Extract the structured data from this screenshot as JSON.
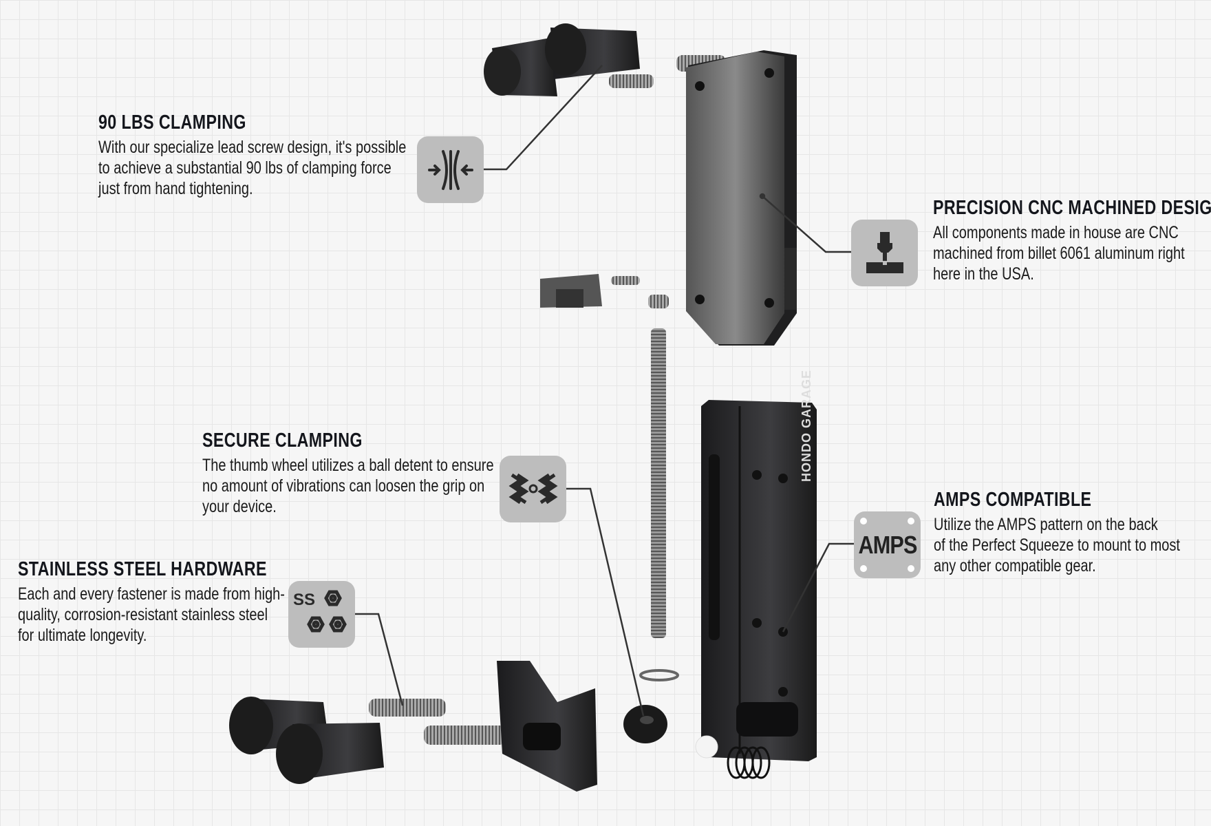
{
  "features": [
    {
      "id": "clamping-90",
      "title": "90 LBS CLAMPING",
      "lines": [
        "With our specialize lead screw design, it's possible",
        "to achieve a substantial 90 lbs of clamping force",
        "just from hand tightening."
      ],
      "icon": "compress-arrows-icon"
    },
    {
      "id": "cnc",
      "title": "PRECISION CNC MACHINED DESIGN",
      "lines": [
        "All components made in house are CNC",
        "machined from billet 6061 aluminum right",
        "here in the USA."
      ],
      "icon": "cnc-mill-icon"
    },
    {
      "id": "secure",
      "title": "SECURE CLAMPING",
      "lines": [
        "The thumb wheel utilizes a ball detent to ensure",
        "no amount of vibrations can loosen the grip on",
        "your device."
      ],
      "icon": "vibration-icon"
    },
    {
      "id": "amps",
      "title": "AMPS COMPATIBLE",
      "lines": [
        "Utilize the AMPS pattern on the back",
        "of the Perfect Squeeze to mount to most",
        "any other compatible gear."
      ],
      "icon": "amps-icon",
      "icon_text": "AMPS"
    },
    {
      "id": "stainless",
      "title": "STAINLESS STEEL HARDWARE",
      "lines": [
        "Each and every fastener is made from high-",
        "quality, corrosion-resistant stainless steel",
        "for ultimate longevity."
      ],
      "icon": "stainless-nuts-icon",
      "icon_text": "SS"
    }
  ],
  "product": {
    "brand": "HONDO GARAGE"
  },
  "colors": {
    "icon_bg": "#bdbdbd",
    "icon_fg": "#2a2a2a",
    "part": "#2b2b2d"
  }
}
